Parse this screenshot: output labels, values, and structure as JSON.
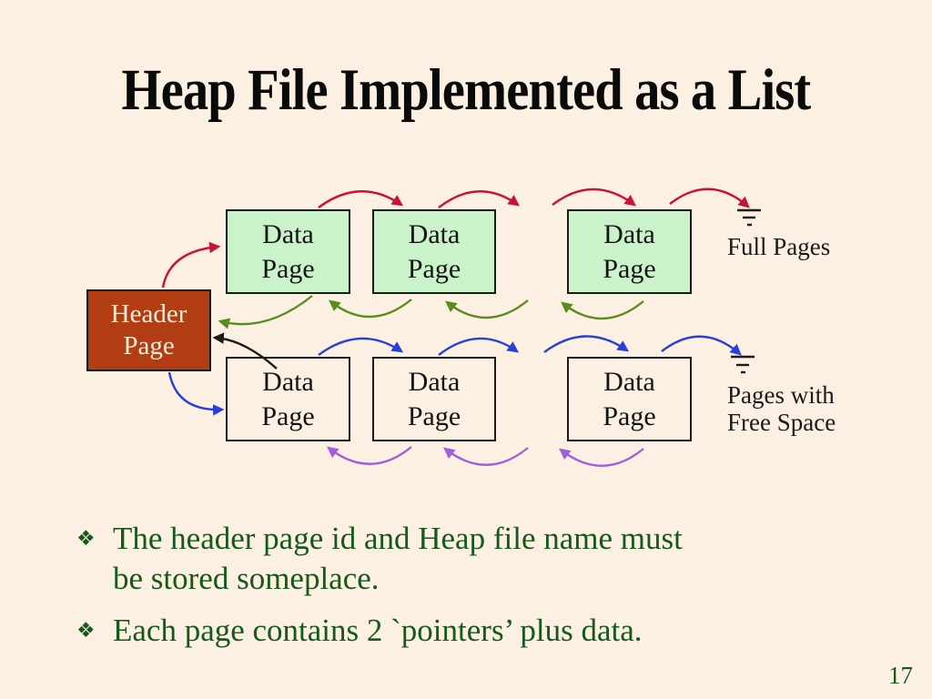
{
  "slide": {
    "title": "Heap File Implemented as a List",
    "page_number": "17",
    "bullet_char": "❖",
    "bullets": [
      {
        "lines": [
          "The header page id and Heap file name must",
          "be stored someplace."
        ]
      },
      {
        "lines": [
          "Each page contains 2 `pointers’ plus data."
        ]
      }
    ]
  },
  "diagram": {
    "header_box": {
      "line1": "Header",
      "line2": "Page"
    },
    "data_box": {
      "line1": "Data",
      "line2": "Page"
    },
    "full_pages_label": "Full Pages",
    "free_pages_label": {
      "line1": "Pages with",
      "line2": "Free Space"
    }
  },
  "colors": {
    "background": "#FBF0E1",
    "header_box_fill": "#B33D12",
    "header_box_text": "#F7EDD6",
    "full_data_box_fill": "#CBF3CA",
    "next_pointer_full_pages": "#C91235",
    "prev_pointer_full_pages": "#5A8C20",
    "next_pointer_free_pages": "#2940D8",
    "prev_pointer_free_pages": "#A05FE0",
    "header_back_pointer": "#1A1A1A",
    "bullet_text": "#16591B",
    "title_text": "#0A0A0A"
  }
}
